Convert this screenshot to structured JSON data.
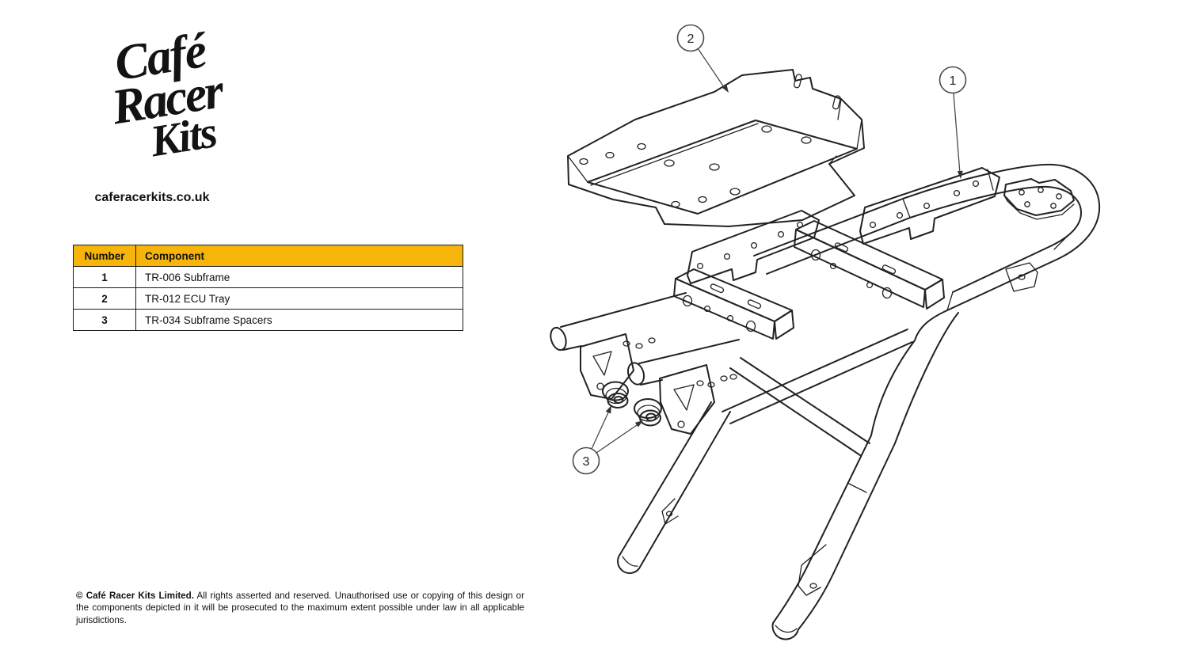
{
  "brand": {
    "logo_line1": "Café",
    "logo_line2": "Racer",
    "logo_line3": "Kits",
    "website": "caferacerkits.co.uk"
  },
  "parts_table": {
    "headers": [
      "Number",
      "Component"
    ],
    "rows": [
      {
        "number": "1",
        "component": "TR-006 Subframe"
      },
      {
        "number": "2",
        "component": "TR-012 ECU Tray"
      },
      {
        "number": "3",
        "component": "TR-034 Subframe Spacers"
      }
    ],
    "header_bg": "#F7B50C"
  },
  "diagram": {
    "description": "Exploded isometric line drawing of subframe with ECU tray and spacers",
    "line_color": "#222222",
    "callouts": [
      {
        "label": "1"
      },
      {
        "label": "2"
      },
      {
        "label": "3"
      }
    ]
  },
  "footer": {
    "bold": "© Café Racer Kits Limited.",
    "text": "All rights asserted and reserved. Unauthorised use or copying of this design or the components depicted in it will be prosecuted to the maximum extent possible under law in all applicable jurisdictions."
  }
}
